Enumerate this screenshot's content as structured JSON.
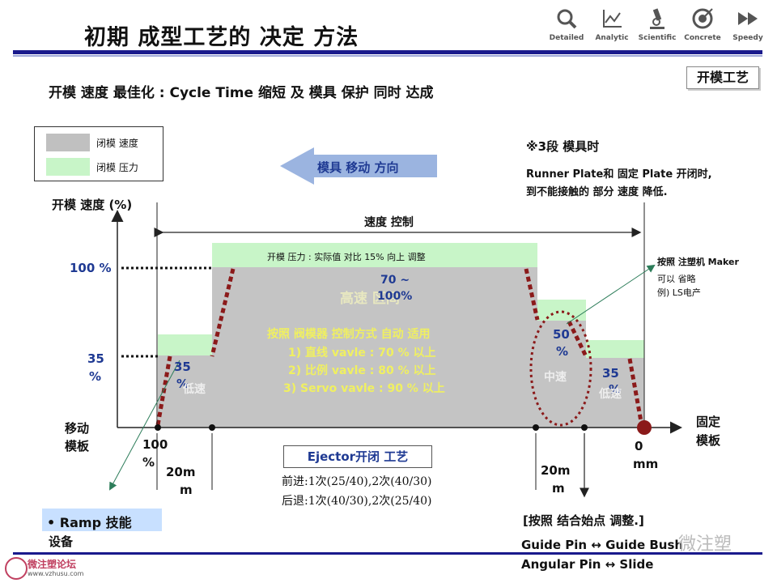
{
  "header": {
    "title": "初期 成型工艺的 决定 方法",
    "icons": [
      {
        "name": "search-icon",
        "label": "Detailed"
      },
      {
        "name": "chart-icon",
        "label": "Analytic"
      },
      {
        "name": "microscope-icon",
        "label": "Scientific"
      },
      {
        "name": "target-icon",
        "label": "Concrete"
      },
      {
        "name": "fast-forward-icon",
        "label": "Speedy"
      }
    ]
  },
  "subtitle": "开模 速度 最佳化 : Cycle Time 缩短 及 模具 保护 同时 达成",
  "tag": "开模工艺",
  "legend": {
    "speed": "闭模 速度",
    "pressure": "闭模 压力",
    "speed_color": "#c0c0c0",
    "pressure_color": "#c8f5c8"
  },
  "arrow_label": "模具 移动 方向",
  "note": {
    "title": "※3段 模具时",
    "line1": "Runner Plate和 固定 Plate 开闭时,",
    "line2": "到不能接触的 部分 速度 降低."
  },
  "axis": {
    "ylabel": "开模 速度 (%)",
    "y100": "100 %",
    "y35a": "35",
    "y35b": "%",
    "left_label_1": "移动",
    "left_label_2": "模板",
    "right_label_1": "固定",
    "right_label_2": "模板"
  },
  "diagram": {
    "speed_control": "速度 控制",
    "pressure_label": "开模 压力 : 实际值 对比 15% 向上 调整",
    "high_speed": "高速 区间",
    "v70a": "70 ~",
    "v70b": "100%",
    "control_title": "按照 阀模器 控制方式 自动 适用",
    "ctrl1": "1) 直线 vavle : 70 % 以上",
    "ctrl2": "2) 比例 vavle : 80 % 以上",
    "ctrl3": "3) Servo vavle : 90 % 以上",
    "left35a": "35",
    "left35b": "%",
    "left_low": "低速",
    "mid50a": "50",
    "mid50b": "%",
    "mid_speed": "中速",
    "right35a": "35",
    "right35b": "%",
    "right_low": "低速"
  },
  "maker_note": {
    "line1": "按照 注塑机 Maker",
    "line2": "可以 省略",
    "line3": "例) LS电产"
  },
  "bottom": {
    "left100a": "100",
    "left100b": "%",
    "left_dist_a": "20m",
    "left_dist_b": "m",
    "right_dist_a": "20m",
    "right_dist_b": "m",
    "zero_a": "0",
    "zero_b": "mm",
    "ejector_title": "Ejector开闭 工艺",
    "ejector_line1": "前进:1次(25/40),2次(40/30)",
    "ejector_line2": "后退:1次(40/30),2次(25/40)",
    "ramp": "• Ramp 技能",
    "ramp2": "设备",
    "adjust": "[按照 结合始点 调整.]",
    "guide": "Guide Pin ↔ Guide Bush",
    "angular": "Angular Pin ↔ Slide"
  },
  "footer": {
    "forum": "微注塑论坛",
    "url": "www.vzhusu.com",
    "watermark": "微注塑"
  }
}
